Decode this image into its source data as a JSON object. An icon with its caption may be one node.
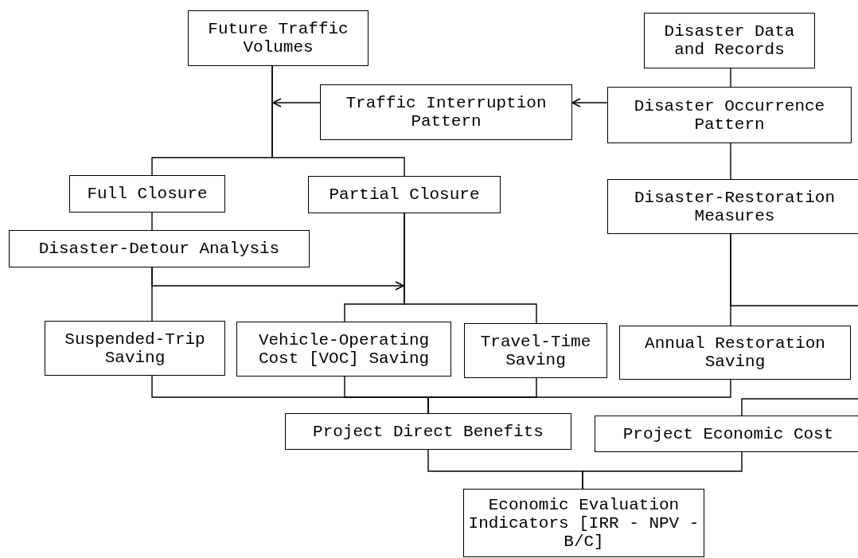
{
  "diagram": {
    "nodes": [
      {
        "text": [
          "Future Traffic Volumes"
        ]
      },
      {
        "text": [
          "Disaster Data and Records"
        ]
      },
      {
        "text": [
          "Traffic Interruption Pattern"
        ]
      },
      {
        "text": [
          "Disaster Occurrence Pattern"
        ]
      },
      {
        "text": [
          "Full Closure"
        ]
      },
      {
        "text": [
          "Partial Closure"
        ]
      },
      {
        "text": [
          "Disaster-Restoration Measures"
        ]
      },
      {
        "text": [
          "Disaster-Detour Analysis"
        ]
      },
      {
        "text": [
          "Suspended-Trip Saving"
        ]
      },
      {
        "text": [
          "Vehicle-Operating Cost [VOC] Saving"
        ]
      },
      {
        "text": [
          "Travel-Time Saving"
        ]
      },
      {
        "text": [
          "Annual Restoration Saving"
        ]
      },
      {
        "text": [
          "Project Direct Benefits"
        ]
      },
      {
        "text": [
          "Project Economic Cost"
        ]
      },
      {
        "text": [
          "Economic Evaluation Indicators [IRR - NPV - B/C]"
        ]
      }
    ],
    "edges": [
      {
        "from": 0,
        "to": 4,
        "arrow": "none"
      },
      {
        "from": 0,
        "to": 5,
        "arrow": "none"
      },
      {
        "from": 3,
        "to": 2,
        "arrow": "to"
      },
      {
        "from": 2,
        "to": null,
        "arrow": "to"
      },
      {
        "from": 1,
        "to": 3,
        "arrow": "none"
      },
      {
        "from": 3,
        "to": 6,
        "arrow": "none"
      },
      {
        "from": 4,
        "to": 7,
        "arrow": "none"
      },
      {
        "from": 7,
        "to": 8,
        "arrow": "none"
      },
      {
        "from": 7,
        "to": null,
        "arrow": "to"
      },
      {
        "from": 5,
        "to": 9,
        "arrow": "none"
      },
      {
        "from": 5,
        "to": 10,
        "arrow": "none"
      },
      {
        "from": 6,
        "to": 11,
        "arrow": "none"
      },
      {
        "from": 6,
        "to": null,
        "arrow": "none"
      },
      {
        "from": 8,
        "to": 12,
        "arrow": "none"
      },
      {
        "from": 9,
        "to": 12,
        "arrow": "none"
      },
      {
        "from": 10,
        "to": 12,
        "arrow": "none"
      },
      {
        "from": 11,
        "to": 12,
        "arrow": "none"
      },
      {
        "from": null,
        "to": 13,
        "arrow": "none"
      },
      {
        "from": 12,
        "to": 14,
        "arrow": "none"
      },
      {
        "from": 13,
        "to": 14,
        "arrow": "none"
      }
    ]
  }
}
